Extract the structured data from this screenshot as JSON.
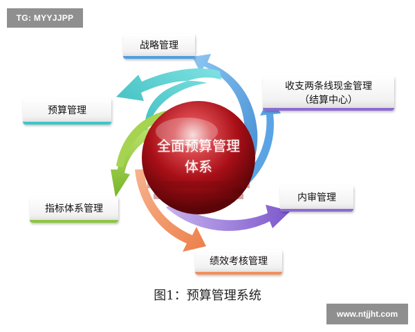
{
  "watermarks": {
    "top": "TG: MYYJJPP",
    "bottom": "www.ntjjht.com"
  },
  "center": {
    "line1": "全面预算管理",
    "line2": "体系"
  },
  "boxes": {
    "strategy": "战略管理",
    "cash_mgmt": "收支两条线现金管理",
    "cash_mgmt_sub": "（结算中心）",
    "budget": "预算管理",
    "audit": "内审管理",
    "indicator": "指标体系管理",
    "performance": "绩效考核管理"
  },
  "caption": "图1：预算管理系统",
  "colors": {
    "arrow_blue": "#4f9de0",
    "arrow_teal": "#3cc6c9",
    "arrow_green": "#8cc63f",
    "arrow_orange": "#f28f5b",
    "arrow_purple": "#8e6ad4",
    "sphere_red": "#b0121a"
  }
}
